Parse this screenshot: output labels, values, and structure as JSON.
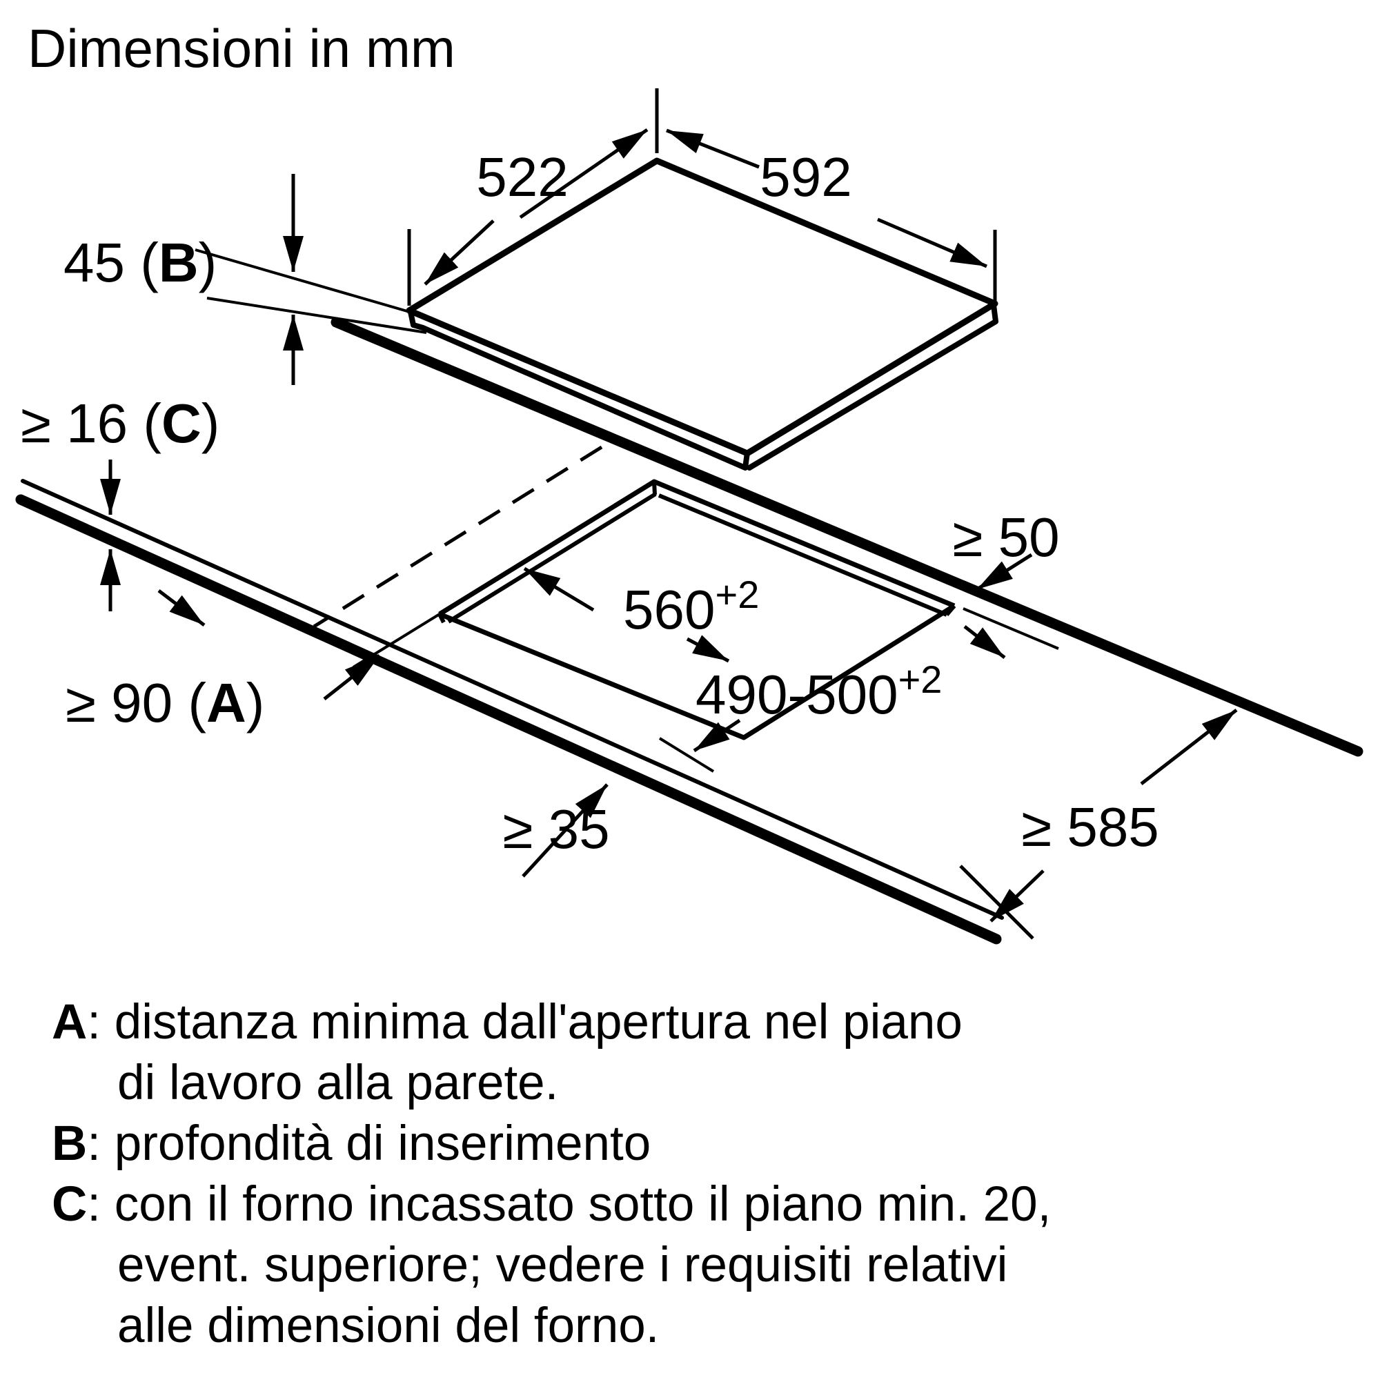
{
  "title": "Dimensioni in mm",
  "diagram": {
    "unit_note": "mm",
    "hob": {
      "width_top": "592",
      "depth_top": "522",
      "insert_depth": "45",
      "insert_letter": "B"
    },
    "cutout": {
      "width": "560",
      "width_tol": "+2",
      "depth": "490-500",
      "depth_tol": "+2"
    },
    "clearances": {
      "right_min": "≥ 50",
      "front_min": "≥ 35",
      "worktop_depth_min": "≥ 585",
      "wall_min": "≥ 90",
      "wall_letter": "A",
      "thickness_min": "≥ 16",
      "thickness_letter": "C"
    },
    "labels": {
      "d522": "522",
      "d592": "592",
      "d45_pre": "45 (",
      "d45_letter": "B",
      "d45_post": ")",
      "d16_pre": "≥ 16 (",
      "d16_letter": "C",
      "d16_post": ")",
      "d50": "≥ 50",
      "d560_base": "560",
      "d560_sup": "+2",
      "d90_pre": "≥ 90 (",
      "d90_letter": "A",
      "d90_post": ")",
      "d490_base": "490-500",
      "d490_sup": "+2",
      "d585": "≥ 585",
      "d35": "≥ 35"
    }
  },
  "legend": {
    "a_letter": "A",
    "a_sep": ": ",
    "a_line1": "distanza minima dall'apertura nel piano",
    "a_line2": "di lavoro alla parete.",
    "b_letter": "B",
    "b_sep": ": ",
    "b_line1": "profondità di inserimento",
    "c_letter": "C",
    "c_sep": ": ",
    "c_line1": "con il forno incassato sotto il piano min. 20,",
    "c_line2": "event. superiore; vedere i requisiti relativi",
    "c_line3": "alle dimensioni del forno."
  },
  "colors": {
    "ink": "#000000",
    "background": "#ffffff"
  }
}
